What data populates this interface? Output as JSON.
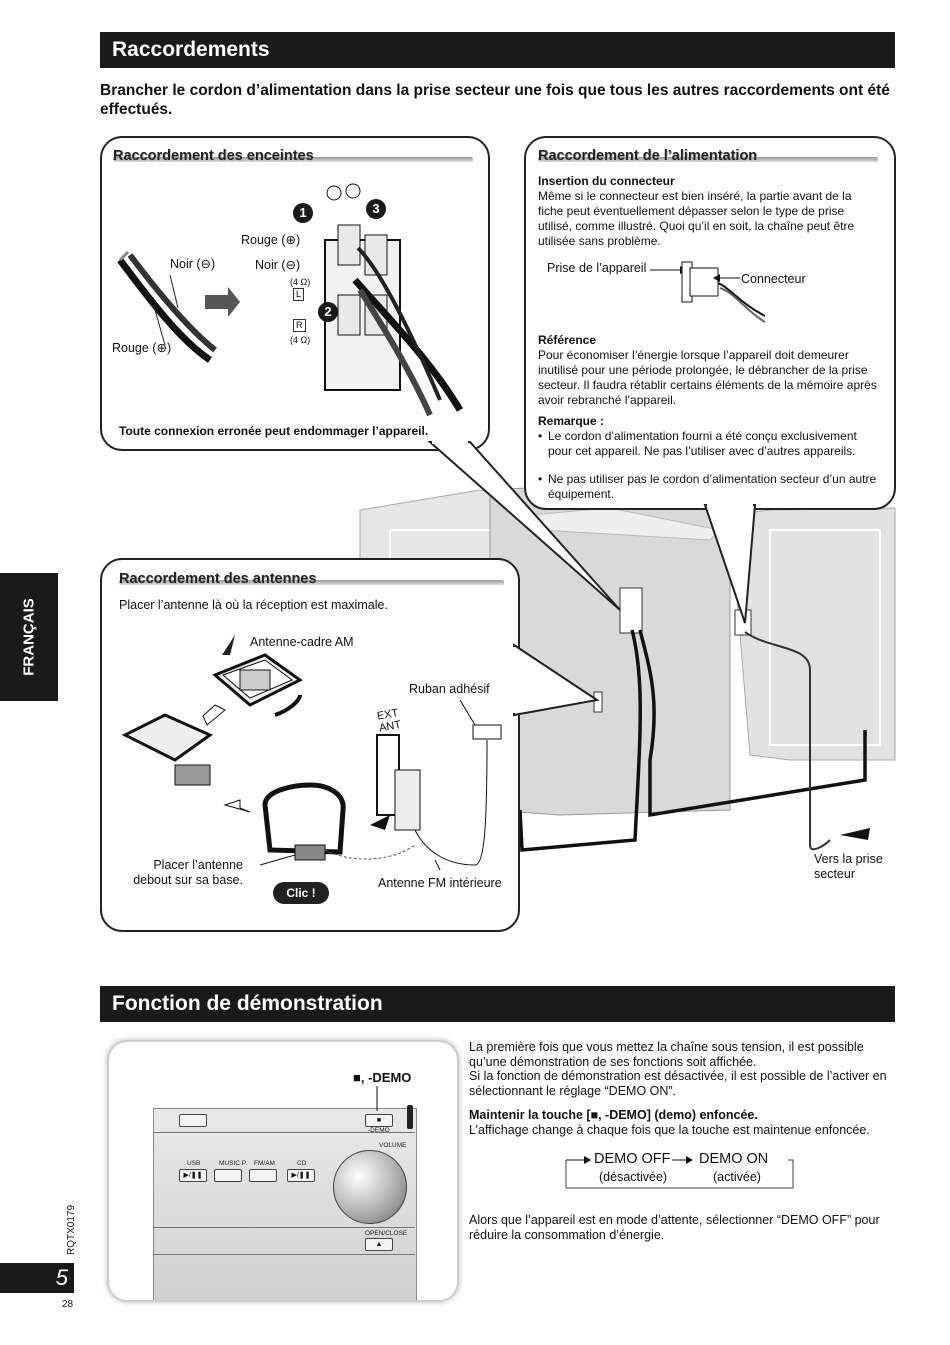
{
  "header": {
    "title": "Raccordements",
    "warning": "Brancher le cordon d’alimentation dans la prise secteur une fois que tous les autres raccordements ont été effectués."
  },
  "speakers": {
    "title": "Raccordement des enceintes",
    "noir_left": "Noir (⊖)",
    "rouge_left": "Rouge (⊕)",
    "rouge_top": "Rouge (⊕)",
    "noir_top": "Noir (⊖)",
    "ohm1": "(4 Ω)",
    "ohm2": "(4 Ω)",
    "ch_l": "L",
    "ch_r": "R",
    "step1": "1",
    "step2": "2",
    "step3": "3",
    "warning": "Toute connexion erronée peut endommager l’appareil."
  },
  "power": {
    "title": "Raccordement de l’alimentation",
    "insertion_heading": "Insertion du connecteur",
    "insertion_text": "Même si le connecteur est bien inséré, la partie avant de la fiche peut éventuellement dépasser selon le type de prise utilisé, comme illustré. Quoi qu’il en soit, la chaîne peut être utilisée sans problème.",
    "prise_label": "Prise de l’appareil",
    "connecteur_label": "Connecteur",
    "reference_heading": "Référence",
    "reference_text": "Pour économiser l’énergie lorsque l’appareil doit demeurer inutilisé pour une période prolongée, le débrancher de la prise secteur. Il faudra rétablir certains éléments de la mémoire après avoir rebranché l’appareil.",
    "remarque_heading": "Remarque :",
    "bullet1": "Le cordon d’alimentation fourni a été conçu exclusivement pour cet appareil. Ne pas l’utiliser avec d’autres appareils.",
    "bullet2": "Ne pas utiliser pas le cordon d’alimentation secteur d’un autre équipement."
  },
  "antennas": {
    "title": "Raccordement des antennes",
    "intro": "Placer l’antenne là où la réception est maximale.",
    "am_label": "Antenne-cadre AM",
    "tape_label": "Ruban adhésif",
    "ext_ant": "EXT ANT",
    "place_label": "Placer l’antenne debout sur sa base.",
    "click_label": "Clic !",
    "fm_label": "Antenne FM intérieure"
  },
  "outlet_label": "Vers la prise secteur",
  "side_tab": "FRANÇAIS",
  "doc_code": "RQTX0179",
  "page_number": "5",
  "page_small": "28",
  "demo": {
    "title": "Fonction de démonstration",
    "button_callout": "■, -DEMO",
    "panel_demo": "-DEMO",
    "panel_volume": "VOLUME",
    "panel_usb": "USB",
    "panel_music": "MUSIC P.",
    "panel_fmam": "FM/AM",
    "panel_cd": "CD",
    "panel_open": "OPEN/CLOSE",
    "p1": "La première fois que vous mettez la chaîne sous tension, il est possible qu’une démonstration de ses fonctions soit affichée.",
    "p2": "Si la fonction de démonstration est désactivée, il est possible de l’activer en sélectionnant le réglage “DEMO ON”.",
    "hold_heading": "Maintenir la touche [■, -DEMO] (demo) enfoncée.",
    "hold_text": "L’affichage change à chaque fois que la touche est maintenue enfoncée.",
    "demo_off": "DEMO OFF",
    "demo_on": "DEMO ON",
    "off_desc": "(désactivée)",
    "on_desc": "(activée)",
    "standby": "Alors que l’appareil est en mode d’attente, sélectionner “DEMO OFF” pour réduire la consommation d’énergie."
  }
}
